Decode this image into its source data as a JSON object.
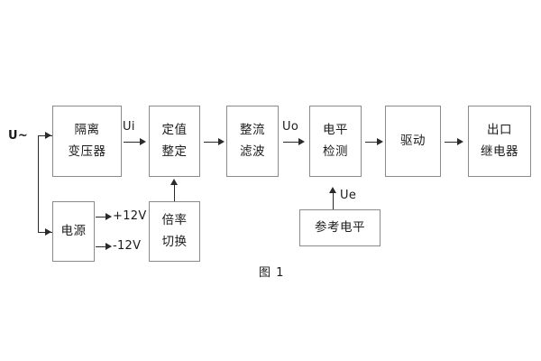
{
  "figure": {
    "caption": "图 1",
    "blocks": [
      {
        "id": "isolation-transformer",
        "lines": [
          "隔离",
          "变压器"
        ]
      },
      {
        "id": "setting-value",
        "lines": [
          "定值",
          "整定"
        ]
      },
      {
        "id": "rectify-filter",
        "lines": [
          "整流",
          "滤波"
        ]
      },
      {
        "id": "level-detection",
        "lines": [
          "电平",
          "检测"
        ]
      },
      {
        "id": "drive",
        "lines": [
          "驱动"
        ]
      },
      {
        "id": "output-relay",
        "lines": [
          "出口",
          "继电器"
        ]
      },
      {
        "id": "power-supply",
        "lines": [
          "电源"
        ]
      },
      {
        "id": "multiplier-switch",
        "lines": [
          "倍率",
          "切换"
        ]
      },
      {
        "id": "reference-level",
        "lines": [
          "参考电平"
        ]
      }
    ],
    "signals": {
      "input": "U~",
      "ui": "Ui",
      "uo": "Uo",
      "ue": "Ue",
      "positive_rail": "+12V",
      "negative_rail": "-12V"
    },
    "colors": {
      "background": "#ffffff",
      "box_border": "#8a8a8a",
      "connector": "#2a2a2a",
      "text": "#1b1b1b"
    }
  }
}
